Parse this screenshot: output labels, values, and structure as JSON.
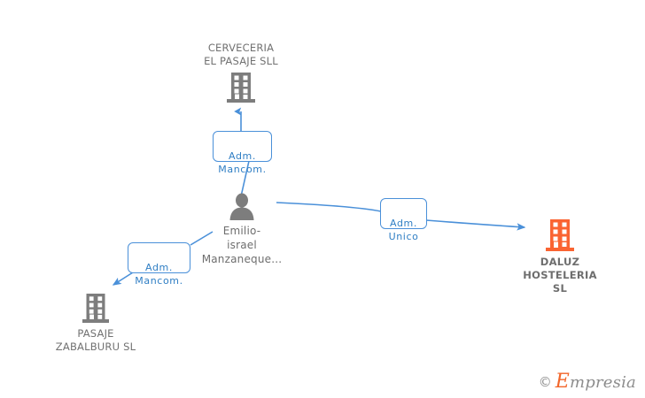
{
  "diagram": {
    "title_visible": false,
    "colors": {
      "edge": "#4a90d9",
      "label_border": "#4a90d9",
      "label_text": "#2f7ec4",
      "company_icon": "#7d7d7d",
      "company_icon_highlight": "#fa6432",
      "person_icon": "#7d7d7d",
      "caption_text": "#6e6e6e",
      "background": "#ffffff"
    }
  },
  "nodes": {
    "cerveceria": {
      "label": "CERVECERIA\nEL PASAJE  SLL",
      "icon": "building-icon",
      "type": "company",
      "highlighted": false
    },
    "person": {
      "label": "Emilio-\nisrael\nManzaneque...",
      "icon": "person-icon",
      "type": "person",
      "highlighted": false
    },
    "daluz": {
      "label": "DALUZ\nHOSTELERIA\nSL",
      "icon": "building-icon",
      "type": "company",
      "highlighted": true
    },
    "pasaje": {
      "label": "PASAJE\nZABALBURU SL",
      "icon": "building-icon",
      "type": "company",
      "highlighted": false
    }
  },
  "edges": [
    {
      "from": "person",
      "to": "cerveceria",
      "label": "Adm.\nMancom.",
      "direction": "up"
    },
    {
      "from": "person",
      "to": "daluz",
      "label": "Adm.\nUnico",
      "direction": "right"
    },
    {
      "from": "person",
      "to": "pasaje",
      "label": "Adm.\nMancom.",
      "direction": "down-left"
    }
  ],
  "watermark": {
    "copyright": "©",
    "brand_cap": "E",
    "brand_rest": "mpresia"
  }
}
